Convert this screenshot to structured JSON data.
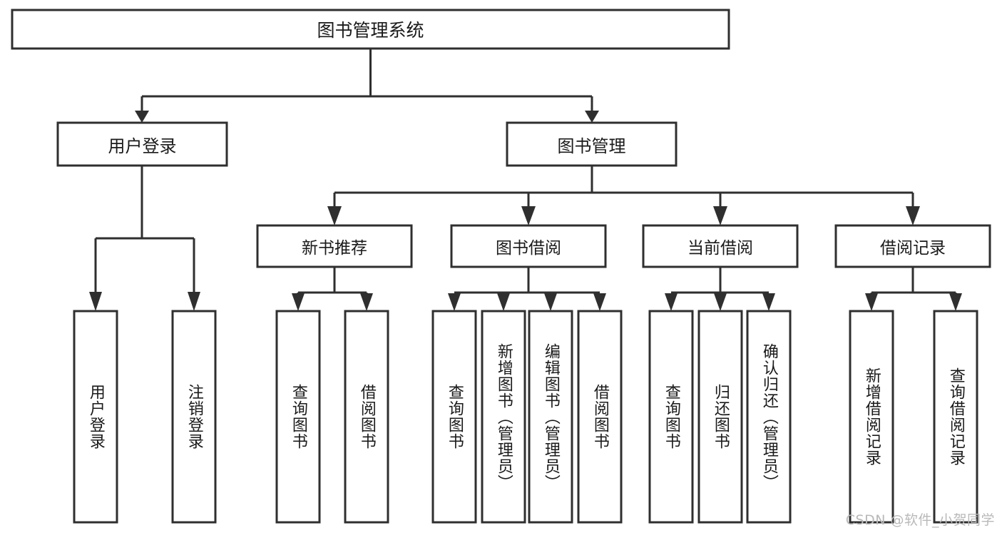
{
  "diagram": {
    "type": "hierarchy-tree",
    "title": "图书管理系统",
    "root": {
      "id": "root",
      "label": "图书管理系统"
    },
    "level2": [
      {
        "id": "user-login",
        "label": "用户登录"
      },
      {
        "id": "book-management",
        "label": "图书管理"
      }
    ],
    "level3": [
      {
        "id": "new-book-recommend",
        "label": "新书推荐",
        "parent": "book-management"
      },
      {
        "id": "book-borrow",
        "label": "图书借阅",
        "parent": "book-management"
      },
      {
        "id": "current-borrow",
        "label": "当前借阅",
        "parent": "book-management"
      },
      {
        "id": "borrow-record",
        "label": "借阅记录",
        "parent": "book-management"
      }
    ],
    "leaves": [
      {
        "id": "leaf-user-login",
        "label": "用户登录",
        "parent": "user-login"
      },
      {
        "id": "leaf-logout-login",
        "label": "注销登录",
        "parent": "user-login"
      },
      {
        "id": "leaf-query-book-1",
        "label": "查询图书",
        "parent": "new-book-recommend"
      },
      {
        "id": "leaf-borrow-book-1",
        "label": "借阅图书",
        "parent": "new-book-recommend"
      },
      {
        "id": "leaf-query-book-2",
        "label": "查询图书",
        "parent": "book-borrow"
      },
      {
        "id": "leaf-add-book",
        "label": "新增图书（管理员）",
        "parent": "book-borrow"
      },
      {
        "id": "leaf-edit-book",
        "label": "编辑图书（管理员）",
        "parent": "book-borrow"
      },
      {
        "id": "leaf-borrow-book-2",
        "label": "借阅图书",
        "parent": "book-borrow"
      },
      {
        "id": "leaf-query-book-3",
        "label": "查询图书",
        "parent": "current-borrow"
      },
      {
        "id": "leaf-return-book",
        "label": "归还图书",
        "parent": "current-borrow"
      },
      {
        "id": "leaf-confirm-return",
        "label": "确认归还（管理员）",
        "parent": "current-borrow"
      },
      {
        "id": "leaf-add-record",
        "label": "新增借阅记录",
        "parent": "borrow-record"
      },
      {
        "id": "leaf-query-record",
        "label": "查询借阅记录",
        "parent": "borrow-record"
      }
    ]
  },
  "watermark": {
    "text": "CSDN @软件_小贺同学"
  },
  "colors": {
    "stroke": "#2f2f2f",
    "fill": "#ffffff",
    "text": "#1a1a1a",
    "watermark": "#b9b9b9"
  }
}
